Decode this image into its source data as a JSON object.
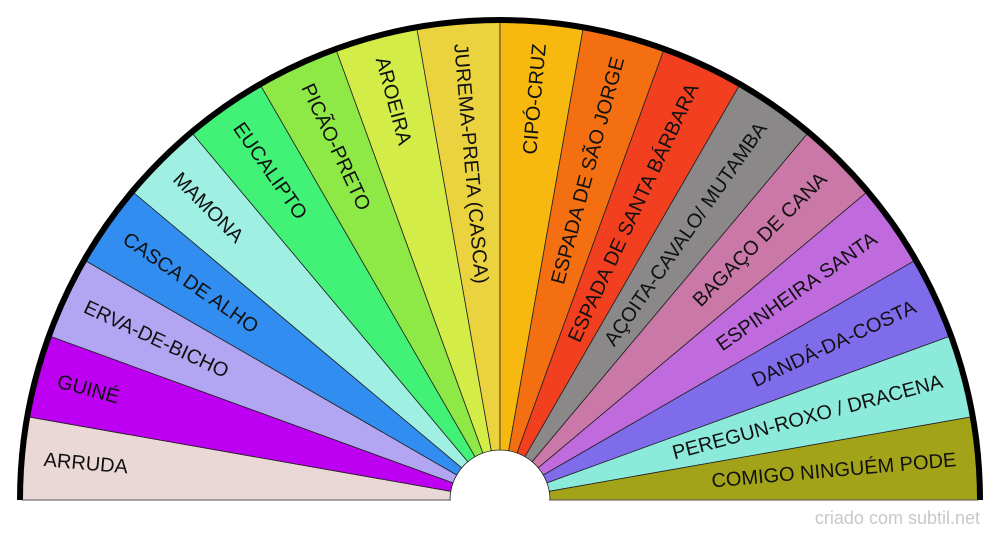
{
  "segments": [
    {
      "label": "ARRUDA",
      "color": "#ead8d6"
    },
    {
      "label": "GUINÉ",
      "color": "#bd00f2"
    },
    {
      "label": "ERVA-DE-BICHO",
      "color": "#b2a6f2"
    },
    {
      "label": "CASCA DE ALHO",
      "color": "#318ef0"
    },
    {
      "label": "MAMONA",
      "color": "#9ff0e2"
    },
    {
      "label": "EUCALIPTO",
      "color": "#41f276"
    },
    {
      "label": "PICÃO-PRETO",
      "color": "#8ee845"
    },
    {
      "label": "AROEIRA",
      "color": "#d3ec48"
    },
    {
      "label": "JUREMA-PRETA (CASCA)",
      "color": "#ebd33f"
    },
    {
      "label": "CIPÓ-CRUZ",
      "color": "#f7b90f"
    },
    {
      "label": "ESPADA DE SÃO JORGE",
      "color": "#f36f11"
    },
    {
      "label": "ESPADA DE SANTA BÁRBARA",
      "color": "#f23f1f"
    },
    {
      "label": "AÇOITA-CAVALO/ MUTAMBA",
      "color": "#8a8889"
    },
    {
      "label": "BAGAÇO DE CANA",
      "color": "#c978a7"
    },
    {
      "label": "ESPINHEIRA SANTA",
      "color": "#c06bdd"
    },
    {
      "label": "DANDÁ-DA-COSTA",
      "color": "#7f6ceb"
    },
    {
      "label": "PEREGUN-ROXO / DRACENA",
      "color": "#8ceada"
    },
    {
      "label": "COMIGO NINGUÉM PODE",
      "color": "#a3a31a"
    }
  ],
  "credit": "criado com subtil.net"
}
